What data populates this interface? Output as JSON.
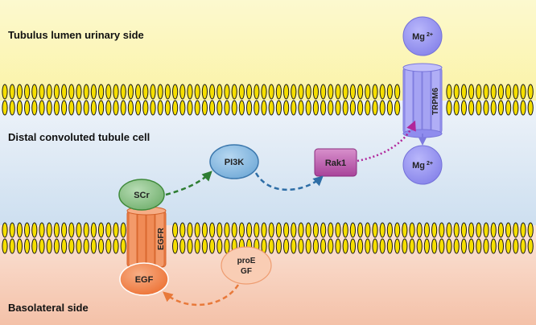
{
  "regions": {
    "top": "Tubulus lumen urinary side",
    "middle": "Distal convoluted tubule cell",
    "bottom": "Basolateral side"
  },
  "nodes": {
    "scr": "SCr",
    "pi3k": "PI3K",
    "rak1": "Rak1",
    "mg_top": {
      "base": "Mg",
      "sup": "2+"
    },
    "mg_bottom": {
      "base": "Mg",
      "sup": "2+"
    },
    "trpm6": "TRPM6",
    "egfr": "EGFR",
    "egf": "EGF",
    "proegf": {
      "line1": "proE",
      "line2": "GF"
    }
  },
  "colors": {
    "lumen_band": "#fbf6b4",
    "cell_band": "#d9e6f4",
    "basolateral_band": "#f6cdb8",
    "membrane_fill": "#f6df00",
    "membrane_stroke": "#1a1a1a",
    "pi3k": "#7fb6e0",
    "scr": "#7dbf7a",
    "rak1": "#b44ea4",
    "mg": "#8f8cee",
    "trpm6": "#8f8cee",
    "egfr": "#ef7a3c",
    "egf": "#ef7a3c",
    "proegf": "#f7c3a5",
    "arrow_green": "#2e7d32",
    "arrow_blue": "#2e6ea6",
    "arrow_purple": "#b0259a",
    "arrow_orange": "#e8793a"
  }
}
